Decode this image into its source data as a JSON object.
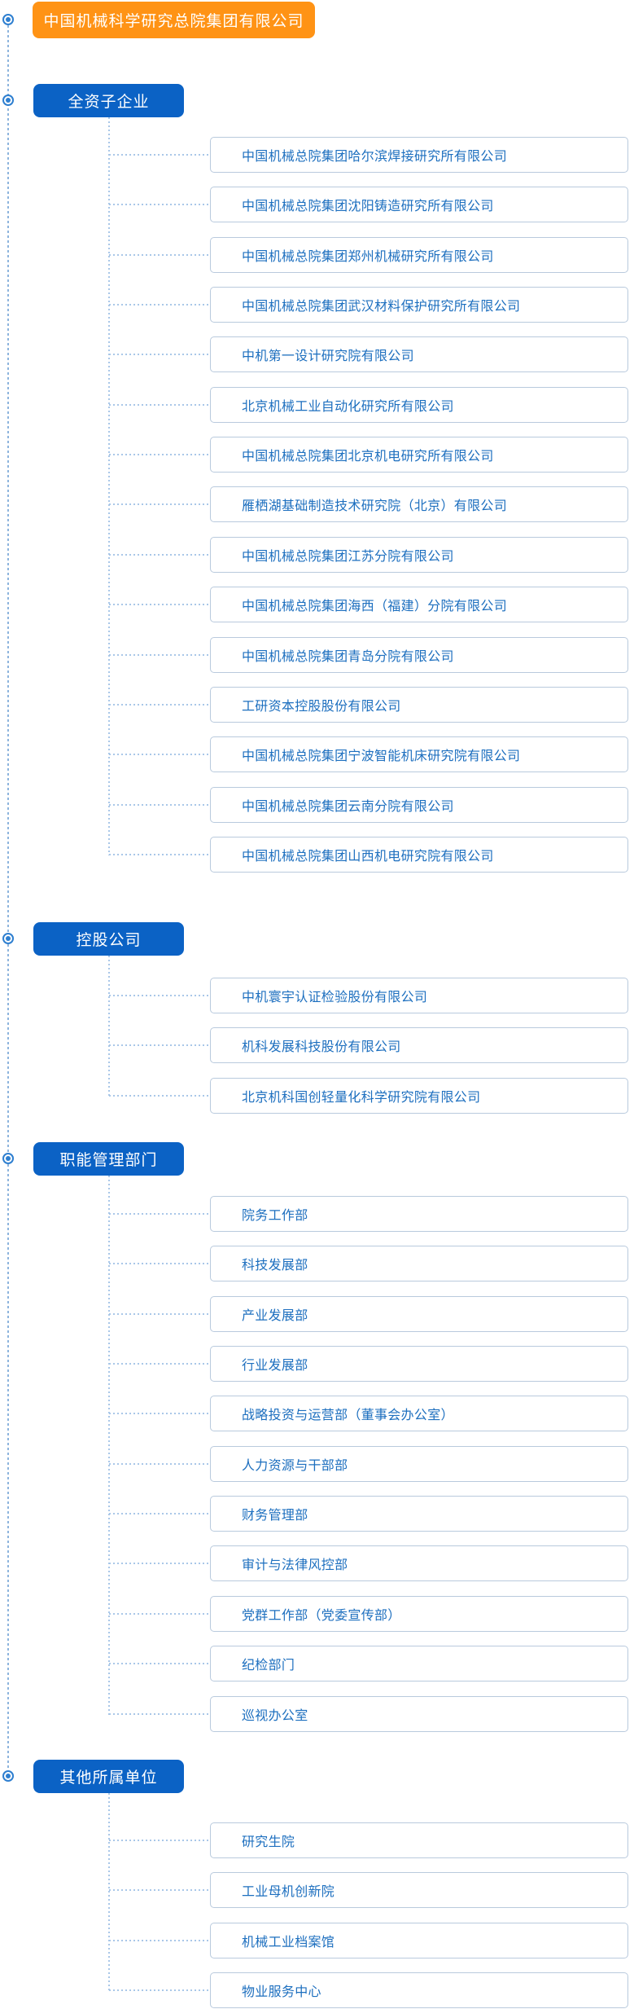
{
  "root": {
    "label": "中国机械科学研究总院集团有限公司"
  },
  "sections": [
    {
      "label": "全资子企业",
      "items": [
        "中国机械总院集团哈尔滨焊接研究所有限公司",
        "中国机械总院集团沈阳铸造研究所有限公司",
        "中国机械总院集团郑州机械研究所有限公司",
        "中国机械总院集团武汉材料保护研究所有限公司",
        "中机第一设计研究院有限公司",
        "北京机械工业自动化研究所有限公司",
        "中国机械总院集团北京机电研究所有限公司",
        "雁栖湖基础制造技术研究院（北京）有限公司",
        "中国机械总院集团江苏分院有限公司",
        "中国机械总院集团海西（福建）分院有限公司",
        "中国机械总院集团青岛分院有限公司",
        "工研资本控股股份有限公司",
        "中国机械总院集团宁波智能机床研究院有限公司",
        "中国机械总院集团云南分院有限公司",
        "中国机械总院集团山西机电研究院有限公司"
      ]
    },
    {
      "label": "控股公司",
      "items": [
        "中机寰宇认证检验股份有限公司",
        "机科发展科技股份有限公司",
        "北京机科国创轻量化科学研究院有限公司"
      ]
    },
    {
      "label": "职能管理部门",
      "items": [
        "院务工作部",
        "科技发展部",
        "产业发展部",
        "行业发展部",
        "战略投资与运营部（董事会办公室）",
        "人力资源与干部部",
        "财务管理部",
        "审计与法律风控部",
        "党群工作部（党委宣传部）",
        "纪检部门",
        "巡视办公室"
      ]
    },
    {
      "label": "其他所属单位",
      "items": [
        "研究生院",
        "工业母机创新院",
        "机械工业档案馆",
        "物业服务中心"
      ]
    }
  ],
  "icons": {
    "bullet": "radio-bullet"
  },
  "colors": {
    "root_bg": "#FF9315",
    "header_bg": "#0B62C5",
    "item_text": "#1D6FBF",
    "item_border": "#B9CADD",
    "connector": "#A9C7E8",
    "connector_strong": "#8DB4DD",
    "bullet": "#2E7FD0"
  }
}
